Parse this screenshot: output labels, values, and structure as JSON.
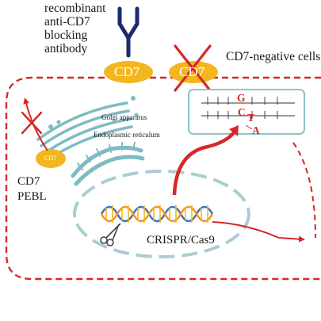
{
  "labels": {
    "antibody": [
      "recombinant",
      "anti-CD7",
      "blocking",
      "antibody"
    ],
    "cd7_membrane": "CD7",
    "cd7_blocked": "CD7",
    "cd7_negative": "CD7-negative cells",
    "golgi": "Golgi apparatus",
    "er": "Endoplasmic reticulum",
    "cd7_small": "CD7",
    "pebl": [
      "CD7",
      "PEBL"
    ],
    "crispr": "CRISPR/Cas9",
    "seq_g": "G",
    "seq_c": "C",
    "seq_t": "T",
    "seq_a": "A"
  },
  "colors": {
    "membrane": "#d62828",
    "cd7": "#f2b71e",
    "organelle": "#7ebcc3",
    "antibody": "#1c2a6e",
    "dna_blue": "#3d74b8",
    "dna_orange": "#f29422",
    "arrow": "#d62828"
  },
  "icons": [
    "antibody-icon",
    "scissors-icon",
    "dna-helix-icon",
    "cross-mark-icon"
  ]
}
